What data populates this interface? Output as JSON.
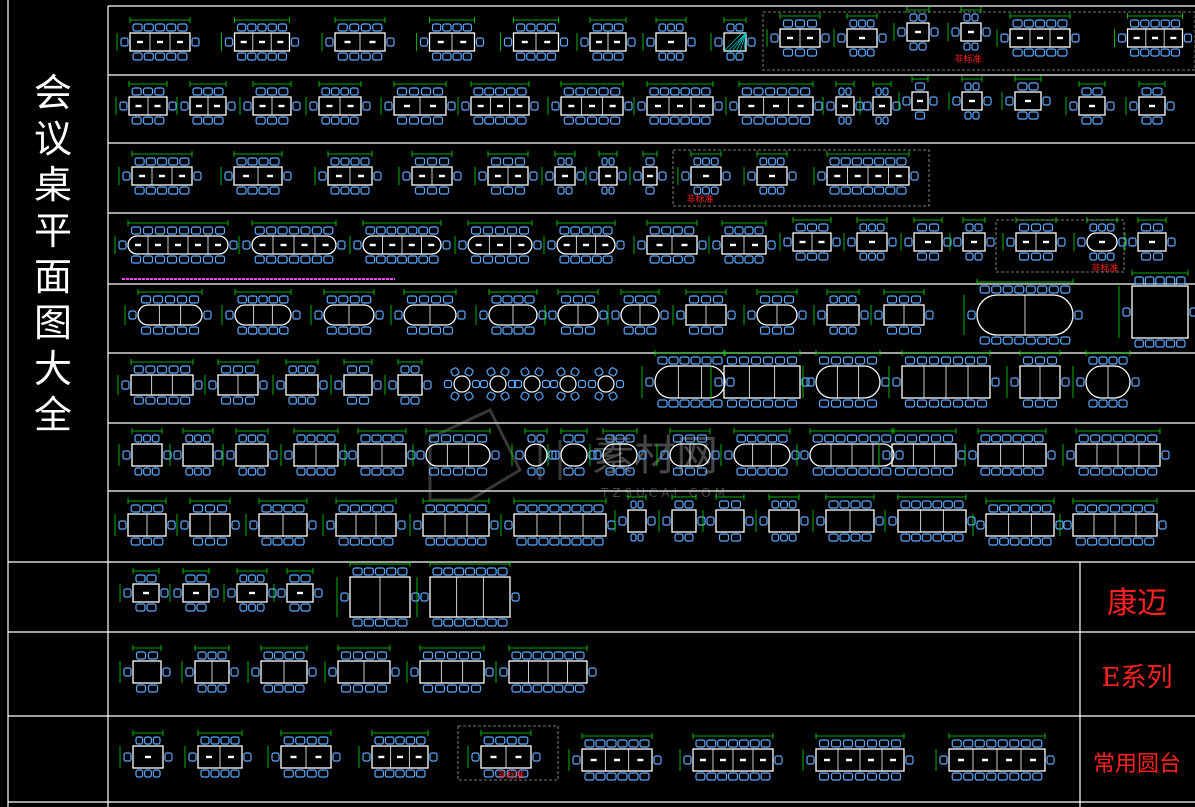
{
  "title_chars": [
    "会",
    "议",
    "桌",
    "平",
    "面",
    "图",
    "大",
    "全"
  ],
  "series_labels": {
    "kangmai": "康迈",
    "e_series": "E系列",
    "round": "常用圆台"
  },
  "red_tags": {
    "non_standard": "非标准"
  },
  "watermark": {
    "brand": "素材网",
    "url": "TZSUCAI.COM"
  },
  "colors": {
    "background": "#000000",
    "frame": "#ffffff",
    "table": "#ffffff",
    "chair": "#5aa8ff",
    "dimension": "#00e000",
    "label_red": "#ff2020",
    "dashed_box": "#a0a0a0",
    "note_magenta": "#ff40ff",
    "hatch": "#00c8c8"
  }
}
